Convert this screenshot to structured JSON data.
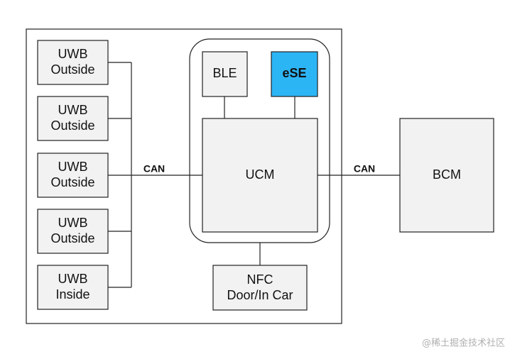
{
  "modules": {
    "uwb_1": {
      "line1": "UWB",
      "line2": "Outside"
    },
    "uwb_2": {
      "line1": "UWB",
      "line2": "Outside"
    },
    "uwb_3": {
      "line1": "UWB",
      "line2": "Outside"
    },
    "uwb_4": {
      "line1": "UWB",
      "line2": "Outside"
    },
    "uwb_5": {
      "line1": "UWB",
      "line2": "Inside"
    },
    "ble": "BLE",
    "ese": "eSE",
    "ucm": "UCM",
    "nfc": {
      "line1": "NFC",
      "line2": "Door/In Car"
    },
    "bcm": "BCM"
  },
  "buses": {
    "left": "CAN",
    "right": "CAN"
  },
  "colors": {
    "box_fill": "#f2f2f2",
    "ese_fill": "#2cb5f5",
    "stroke": "#222222"
  },
  "watermark": "@稀土掘金技术社区"
}
